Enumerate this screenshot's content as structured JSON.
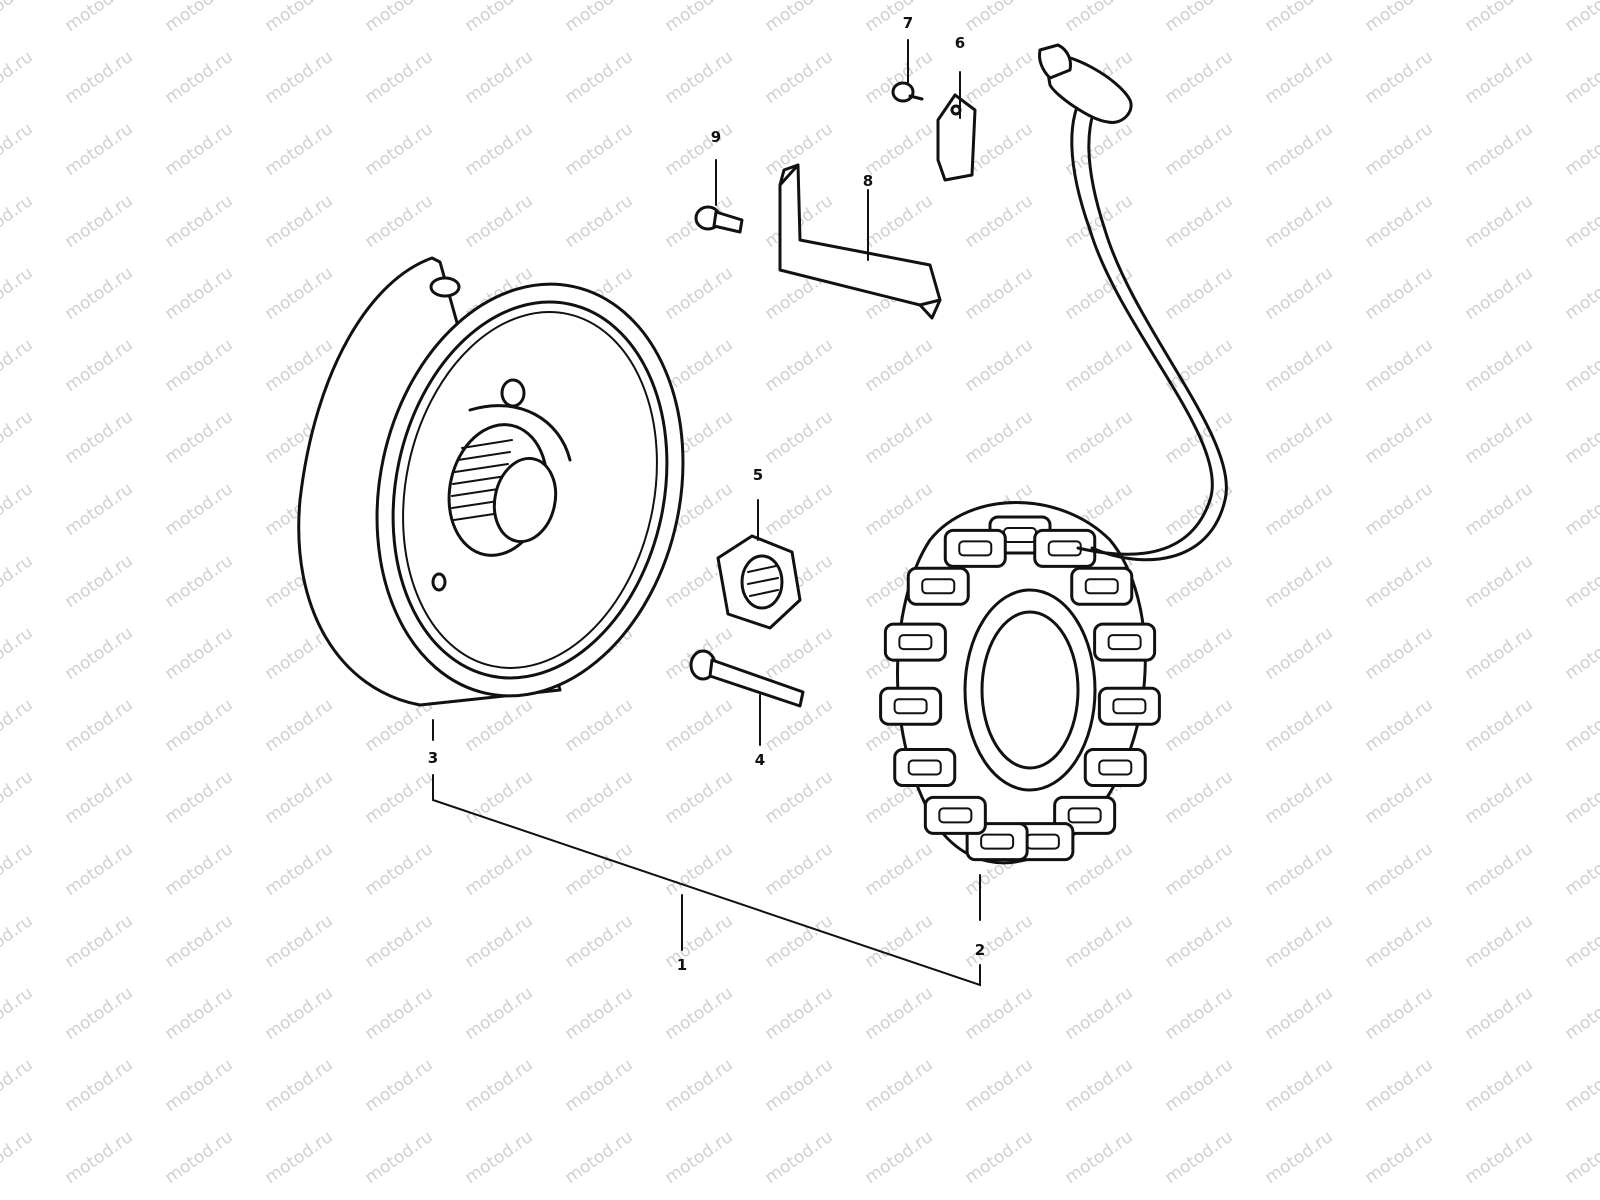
{
  "watermark": "motod.ru",
  "labels": {
    "p1": "1",
    "p2": "2",
    "p3": "3",
    "p4": "4",
    "p5": "5",
    "p6": "6",
    "p7": "7",
    "p8": "8",
    "p9": "9"
  }
}
